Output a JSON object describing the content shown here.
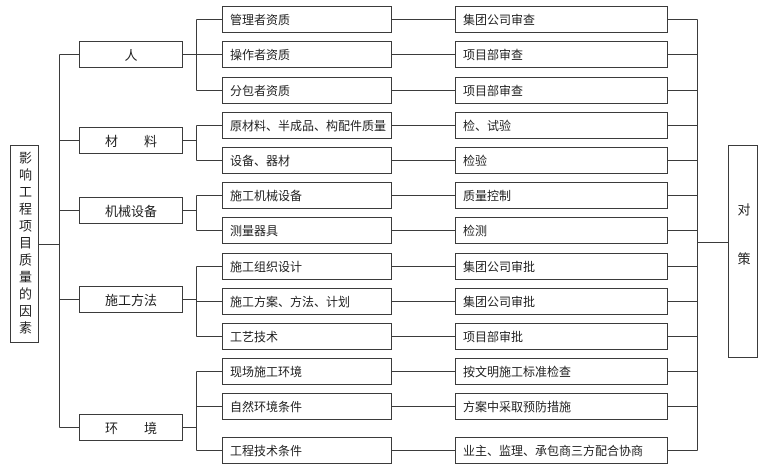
{
  "diagram": {
    "root": {
      "label": "影响工程项目质量的因素"
    },
    "sink": {
      "label": "对策"
    },
    "groups": [
      {
        "category": "人",
        "rows": [
          {
            "factor": "管理者资质",
            "measure": "集团公司审查"
          },
          {
            "factor": "操作者资质",
            "measure": "项目部审查"
          },
          {
            "factor": "分包者资质",
            "measure": "项目部审查"
          }
        ]
      },
      {
        "category": "材　　料",
        "rows": [
          {
            "factor": "原材料、半成品、构配件质量",
            "measure": "检、试验"
          },
          {
            "factor": "设备、器材",
            "measure": "检验"
          }
        ]
      },
      {
        "category": "机械设备",
        "rows": [
          {
            "factor": "施工机械设备",
            "measure": "质量控制"
          },
          {
            "factor": "测量器具",
            "measure": "检测"
          }
        ]
      },
      {
        "category": "施工方法",
        "rows": [
          {
            "factor": "施工组织设计",
            "measure": "集团公司审批"
          },
          {
            "factor": "施工方案、方法、计划",
            "measure": "集团公司审批"
          },
          {
            "factor": "工艺技术",
            "measure": "项目部审批"
          }
        ]
      },
      {
        "category": "环　　境",
        "rows": [
          {
            "factor": "现场施工环境",
            "measure": "按文明施工标准检查"
          },
          {
            "factor": "自然环境条件",
            "measure": "方案中采取预防措施"
          },
          {
            "factor": "工程技术条件",
            "measure": "业主、监理、承包商三方配合协商"
          }
        ]
      }
    ],
    "colors": {
      "line": "#3b3b3b",
      "box_border": "#3b3b3b",
      "text": "#1f1f1f",
      "background": "#ffffff"
    }
  }
}
